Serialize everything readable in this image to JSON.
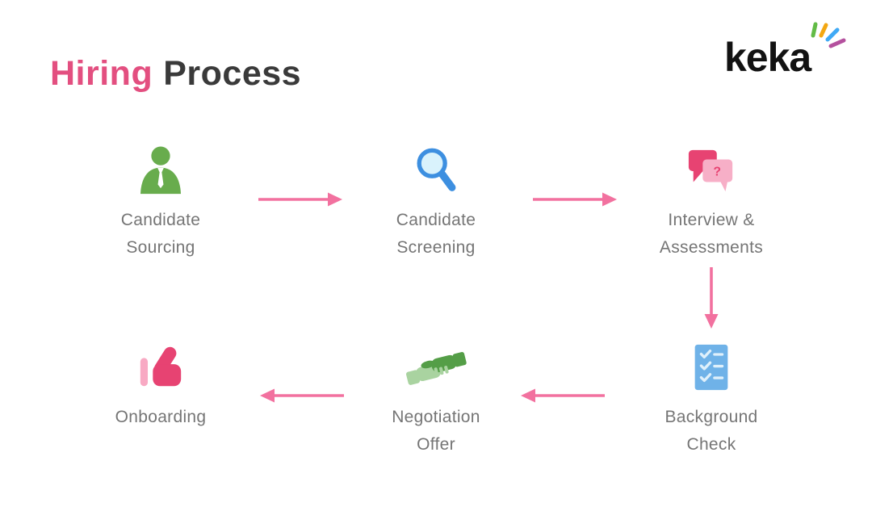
{
  "header": {
    "title": {
      "highlight": "Hiring",
      "rest": "Process"
    },
    "logo_text": "keka"
  },
  "steps": [
    {
      "name": "candidate-sourcing",
      "icon": "person-tie-icon",
      "lines": [
        "Candidate",
        "Sourcing"
      ]
    },
    {
      "name": "candidate-screening",
      "icon": "magnifier-icon",
      "lines": [
        "Candidate",
        "Screening"
      ]
    },
    {
      "name": "interview-assessments",
      "icon": "chat-bubbles-icon",
      "lines": [
        "Interview &",
        "Assessments"
      ]
    },
    {
      "name": "background-check",
      "icon": "checklist-icon",
      "lines": [
        "Background",
        "Check"
      ]
    },
    {
      "name": "negotiation-offer",
      "icon": "handshake-icon",
      "lines": [
        "Negotiation",
        "Offer"
      ]
    },
    {
      "name": "onboarding",
      "icon": "thumbs-up-icon",
      "lines": [
        "Onboarding"
      ]
    }
  ],
  "flow_order": [
    "candidate-sourcing",
    "candidate-screening",
    "interview-assessments",
    "background-check",
    "negotiation-offer",
    "onboarding"
  ],
  "icon_labels": {
    "chat_question_mark": "?"
  },
  "colors": {
    "title_highlight": "#E34F80",
    "title_rest": "#3A3A3A",
    "label_text": "#757575",
    "arrow_pink": "#F2719F",
    "person_green": "#68AC4D",
    "magnifier_blue": "#3D8FE0",
    "magnifier_fill": "#D9F2FC",
    "chat_pink_dark": "#E74372",
    "chat_pink_light": "#F7AFC7",
    "checklist_blue": "#6FB2E8",
    "handshake_green_dark": "#549E47",
    "handshake_green_light": "#A9D3A0",
    "thumb_pink": "#E74372",
    "thumb_pink_light": "#F8A9C3",
    "logo_ray_green": "#62BB46",
    "logo_ray_orange": "#F3A712",
    "logo_ray_blue": "#3FA9F5",
    "logo_ray_purple": "#B4509E"
  }
}
